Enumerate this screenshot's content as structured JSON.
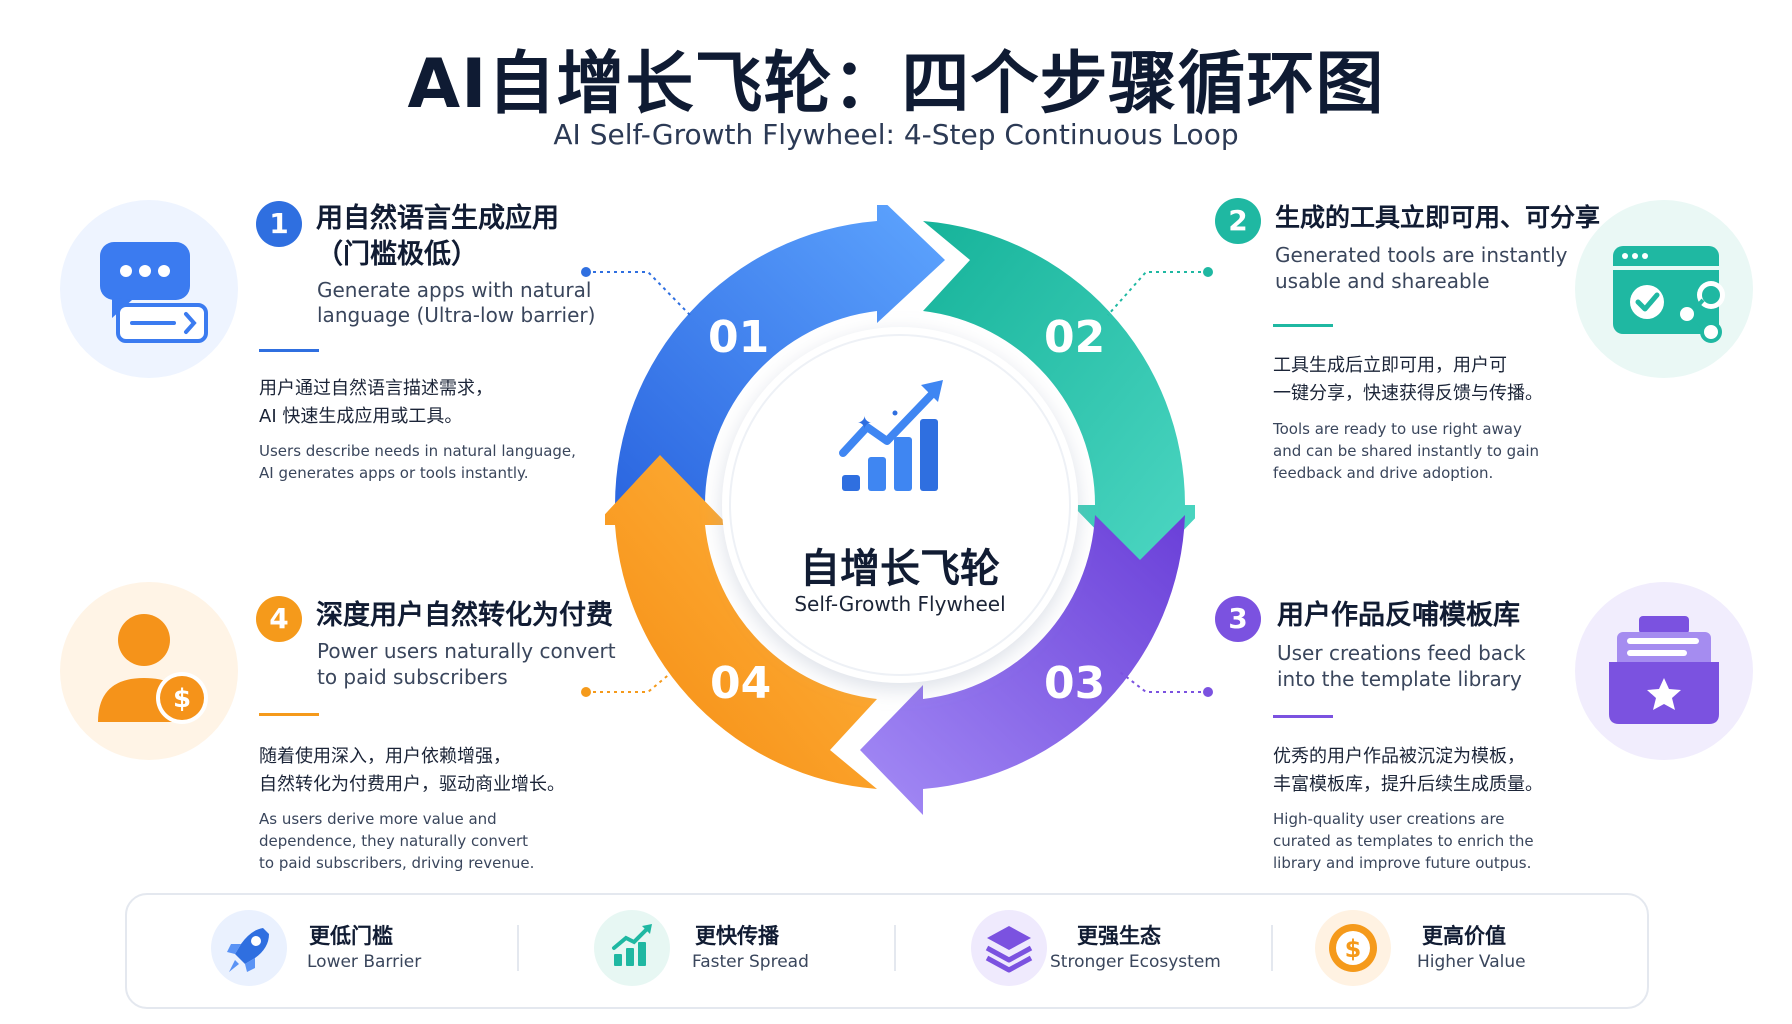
{
  "header": {
    "title": "AI自增长飞轮：四个步骤循环图",
    "subtitle": "AI Self-Growth Flywheel: 4-Step Continuous Loop"
  },
  "center": {
    "title_cn": "自增长飞轮",
    "title_en": "Self-Growth Flywheel"
  },
  "steps": [
    {
      "badge": "1",
      "ring_label": "01",
      "title_cn_line1": "用自然语言生成应用",
      "title_cn_line2": "（门槛极低）",
      "title_en_line1": "Generate apps with natural",
      "title_en_line2": "language (Ultra-low barrier)",
      "desc_cn_line1": "用户通过自然语言描述需求，",
      "desc_cn_line2": "AI 快速生成应用或工具。",
      "desc_en_line1": "Users describe needs in natural language,",
      "desc_en_line2": "AI generates apps or tools instantly.",
      "color": "#2f6fe0",
      "icon": "chat-bubble-icon"
    },
    {
      "badge": "2",
      "ring_label": "02",
      "title_cn_line1": "生成的工具立即可用、可分享",
      "title_en_line1": "Generated tools are instantly",
      "title_en_line2": "usable and shareable",
      "desc_cn_line1": "工具生成后立即可用，用户可",
      "desc_cn_line2": "一键分享，快速获得反馈与传播。",
      "desc_en_line1": "Tools are ready to use right away",
      "desc_en_line2": "and can be shared instantly to gain",
      "desc_en_line3": "feedback and drive adoption.",
      "color": "#1fb8a2",
      "icon": "browser-check-share-icon"
    },
    {
      "badge": "3",
      "ring_label": "03",
      "title_cn_line1": "用户作品反哺模板库",
      "title_en_line1": "User creations feed back",
      "title_en_line2": "into the template library",
      "desc_cn_line1": "优秀的用户作品被沉淀为模板，",
      "desc_cn_line2": "丰富模板库，提升后续生成质量。",
      "desc_en_line1": "High-quality user creations are",
      "desc_en_line2": "curated as templates to enrich the",
      "desc_en_line3": "library and improve future outpus.",
      "color": "#7b52e0",
      "icon": "template-box-icon"
    },
    {
      "badge": "4",
      "ring_label": "04",
      "title_cn_line1": "深度用户自然转化为付费",
      "title_en_line1": "Power users naturally convert",
      "title_en_line2": "to paid subscribers",
      "desc_cn_line1": "随着使用深入，用户依赖增强，",
      "desc_cn_line2": "自然转化为付费用户，驱动商业增长。",
      "desc_en_line1": "As users derive more value and",
      "desc_en_line2": "dependence, they naturally convert",
      "desc_en_line3": "to paid subscribers, driving revenue.",
      "color": "#f59a1b",
      "icon": "user-dollar-icon"
    }
  ],
  "benefits": [
    {
      "cn": "更低门槛",
      "en": "Lower Barrier",
      "icon": "rocket-icon",
      "color": "#2f6fe0"
    },
    {
      "cn": "更快传播",
      "en": "Faster Spread",
      "icon": "growth-chart-icon",
      "color": "#1fb8a2"
    },
    {
      "cn": "更强生态",
      "en": "Stronger Ecosystem",
      "icon": "layers-icon",
      "color": "#7b52e0"
    },
    {
      "cn": "更高价值",
      "en": "Higher Value",
      "icon": "coin-icon",
      "color": "#f59a1b"
    }
  ]
}
